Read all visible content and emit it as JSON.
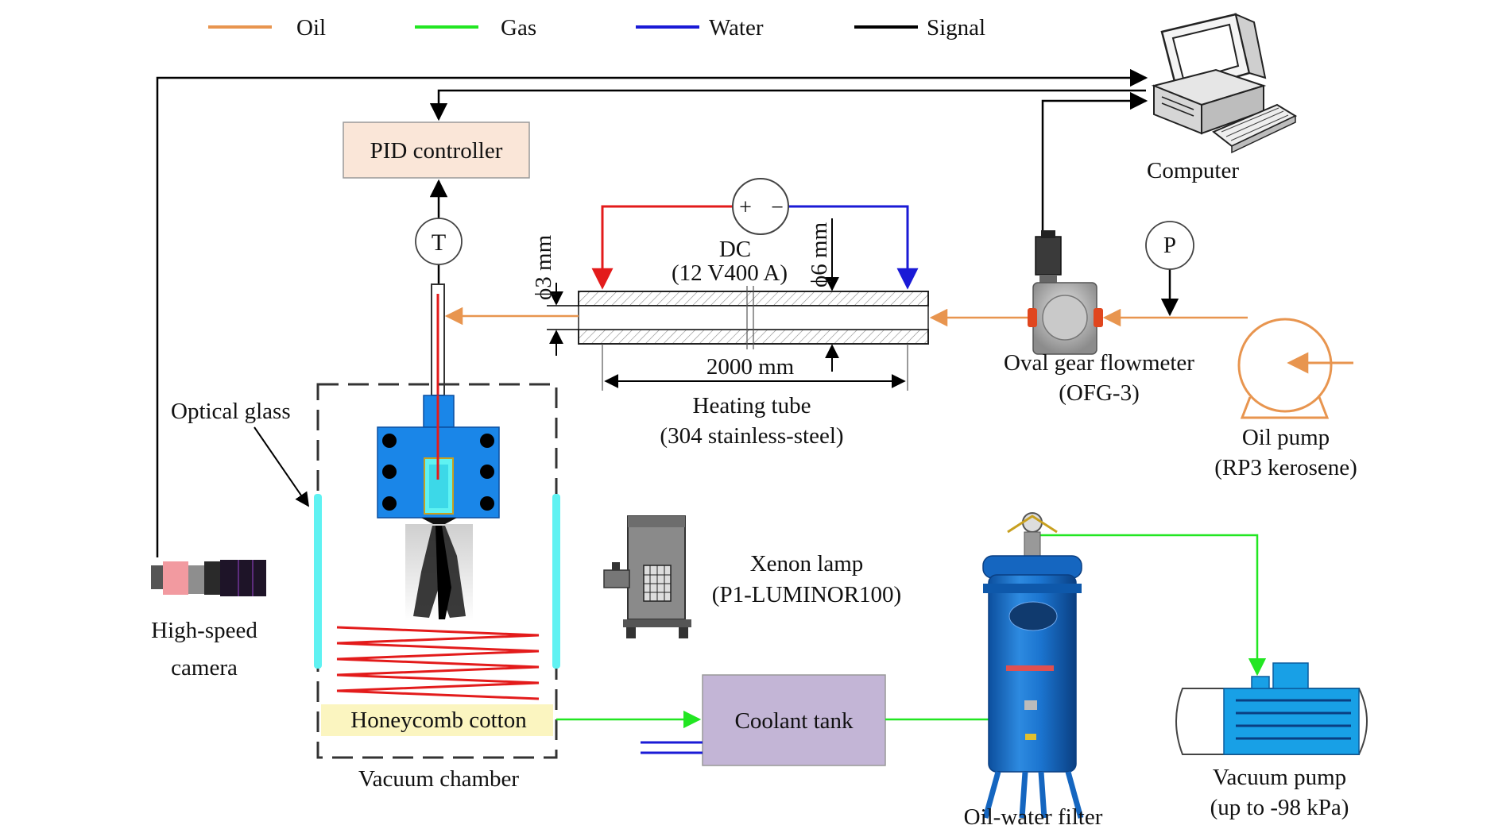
{
  "legend": {
    "oil": "Oil",
    "gas": "Gas",
    "water": "Water",
    "signal": "Signal"
  },
  "colors": {
    "oil": "#e8954f",
    "gas": "#22e622",
    "water": "#1a1ad6",
    "signal": "#000000",
    "red_wire": "#e31b1b",
    "pid_fill": "#fae6d8",
    "coolant_fill": "#c3b5d6",
    "honeycomb_fill": "#fbf5c0",
    "glass": "#5ff2f2",
    "nozzle_blue": "#1a86e8"
  },
  "labels": {
    "pid_controller": "PID controller",
    "thermocouple": "T",
    "pressure_gauge": "P",
    "computer": "Computer",
    "dc_source": "DC",
    "dc_spec": "(12 V400 A)",
    "dc_plus": "+",
    "dc_minus": "−",
    "inner_diameter": "ϕ3 mm",
    "outer_diameter": "ϕ6 mm",
    "tube_length": "2000 mm",
    "heating_tube": "Heating tube",
    "heating_tube_material": "(304 stainless-steel)",
    "flowmeter": "Oval gear flowmeter",
    "flowmeter_model": "(OFG-3)",
    "oil_pump": "Oil pump",
    "oil_pump_fluid": "(RP3 kerosene)",
    "optical_glass": "Optical glass",
    "high_speed_camera_1": "High-speed",
    "high_speed_camera_2": "camera",
    "xenon_lamp": "Xenon lamp",
    "xenon_lamp_model": "(P1-LUMINOR100)",
    "honeycomb_cotton": "Honeycomb cotton",
    "coolant_tank": "Coolant tank",
    "vacuum_chamber": "Vacuum chamber",
    "oil_water_filter": "Oil-water filter",
    "vacuum_pump": "Vacuum pump",
    "vacuum_pump_spec": "(up to -98 kPa)"
  }
}
